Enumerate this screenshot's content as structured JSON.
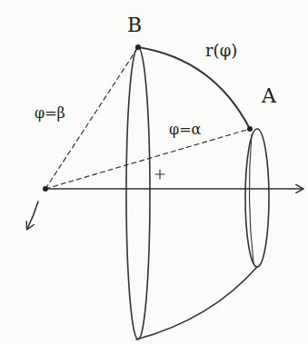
{
  "diagram": {
    "labels": [
      "B",
      "r(φ)",
      "A",
      "φ=β",
      "φ=α"
    ]
  }
}
